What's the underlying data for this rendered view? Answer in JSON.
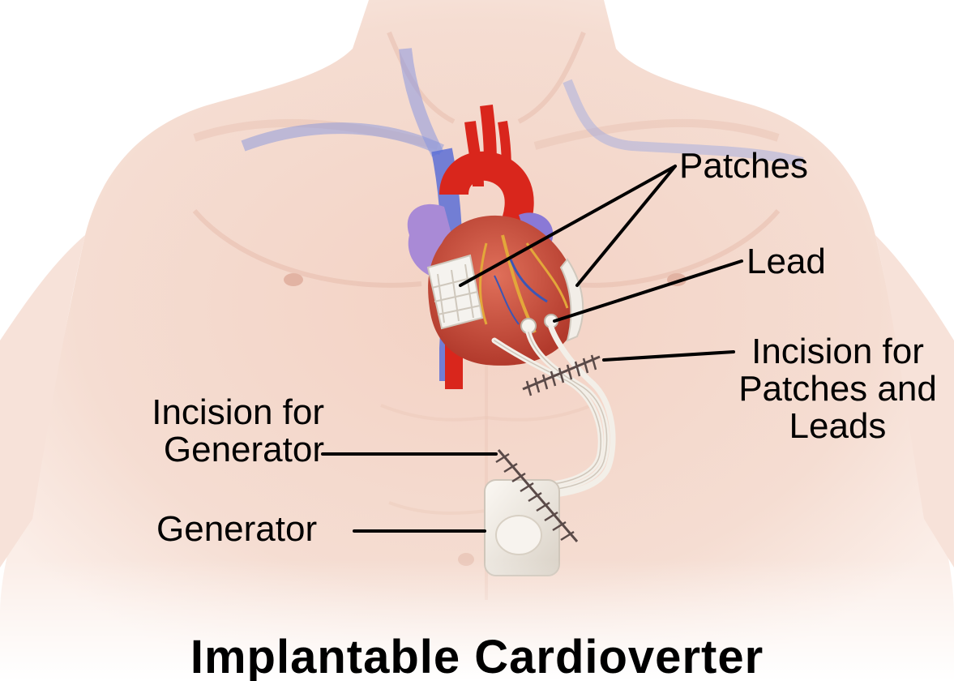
{
  "labels": {
    "patches": "Patches",
    "lead": "Lead",
    "incision_patches_leads": [
      "Incision for",
      "Patches and",
      "Leads"
    ],
    "incision_generator": [
      "Incision for",
      "Generator"
    ],
    "generator": "Generator"
  },
  "title": "Implantable Cardioverter",
  "colors": {
    "skin": "#f2d3c6",
    "artery": "#d9261c",
    "vein": "#5a6fd6",
    "heart_muscle": "#c94a3a",
    "atrium": "#a98ad6",
    "device": "#f3efe8",
    "suture": "#5a4a48",
    "leader_line": "#000000"
  }
}
